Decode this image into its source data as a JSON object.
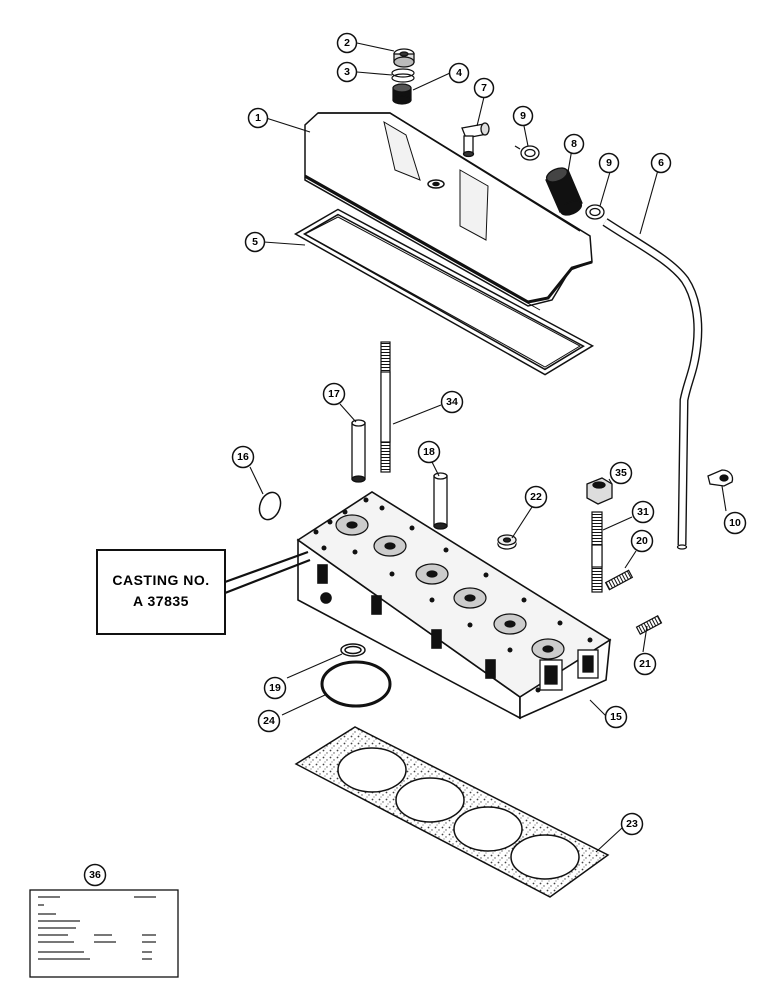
{
  "casting_label": {
    "line1": "CASTING NO.",
    "line2": "A 37835"
  },
  "callouts": [
    {
      "id": "c1",
      "text": "1"
    },
    {
      "id": "c2",
      "text": "2"
    },
    {
      "id": "c3",
      "text": "3"
    },
    {
      "id": "c4",
      "text": "4"
    },
    {
      "id": "c5",
      "text": "5"
    },
    {
      "id": "c6",
      "text": "6"
    },
    {
      "id": "c7",
      "text": "7"
    },
    {
      "id": "c8",
      "text": "8"
    },
    {
      "id": "c9a",
      "text": "9"
    },
    {
      "id": "c9b",
      "text": "9"
    },
    {
      "id": "c10",
      "text": "10"
    },
    {
      "id": "c15",
      "text": "15"
    },
    {
      "id": "c16",
      "text": "16"
    },
    {
      "id": "c17",
      "text": "17"
    },
    {
      "id": "c18",
      "text": "18"
    },
    {
      "id": "c19",
      "text": "19"
    },
    {
      "id": "c20",
      "text": "20"
    },
    {
      "id": "c21",
      "text": "21"
    },
    {
      "id": "c22",
      "text": "22"
    },
    {
      "id": "c23",
      "text": "23"
    },
    {
      "id": "c24",
      "text": "24"
    },
    {
      "id": "c31",
      "text": "31"
    },
    {
      "id": "c34",
      "text": "34"
    },
    {
      "id": "c35",
      "text": "35"
    },
    {
      "id": "c36",
      "text": "36"
    }
  ]
}
